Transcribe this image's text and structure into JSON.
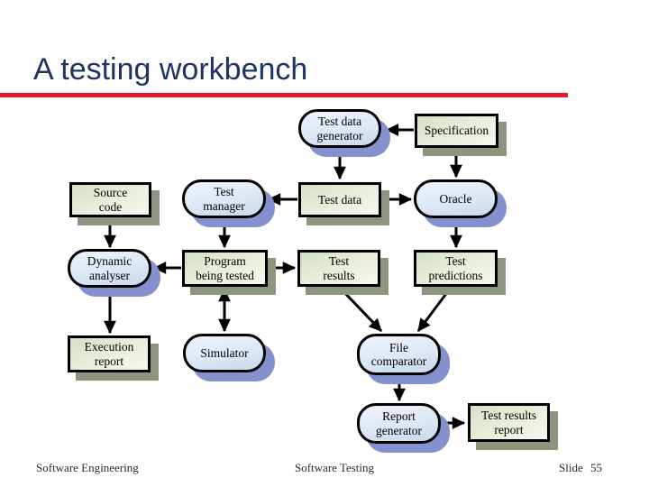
{
  "slide": {
    "title": "A testing workbench",
    "footer": {
      "left": "Software Engineering",
      "center": "Software Testing",
      "right": "Slide 55"
    }
  },
  "colors": {
    "title_text": "#1F3363",
    "title_rule": "#E6182E",
    "process_fill": "#DDE7F5",
    "process_shadow": "#8491CE",
    "artifact_fill": "#E9EFDD",
    "artifact_shadow": "#8C967F",
    "node_border": "#000000"
  },
  "diagram": {
    "nodes": [
      {
        "id": "test-data-generator",
        "label": "Test data\ngenerator",
        "shape": "rounded"
      },
      {
        "id": "specification",
        "label": "Specification",
        "shape": "rect"
      },
      {
        "id": "source-code",
        "label": "Source\ncode",
        "shape": "rect"
      },
      {
        "id": "test-manager",
        "label": "Test\nmanager",
        "shape": "rounded"
      },
      {
        "id": "test-data",
        "label": "Test data",
        "shape": "rect"
      },
      {
        "id": "oracle",
        "label": "Oracle",
        "shape": "rounded"
      },
      {
        "id": "dynamic-analyser",
        "label": "Dynamic\nanalyser",
        "shape": "rounded"
      },
      {
        "id": "program-being-tested",
        "label": "Program\nbeing tested",
        "shape": "rect"
      },
      {
        "id": "test-results",
        "label": "Test\nresults",
        "shape": "rect"
      },
      {
        "id": "test-predictions",
        "label": "Test\npredictions",
        "shape": "rect"
      },
      {
        "id": "execution-report",
        "label": "Execution\nreport",
        "shape": "rect"
      },
      {
        "id": "simulator",
        "label": "Simulator",
        "shape": "rounded"
      },
      {
        "id": "file-comparator",
        "label": "File\ncomparator",
        "shape": "rounded"
      },
      {
        "id": "report-generator",
        "label": "Report\ngenerator",
        "shape": "rounded"
      },
      {
        "id": "test-results-report",
        "label": "Test results\nreport",
        "shape": "rect"
      }
    ],
    "edges": [
      {
        "from": "specification",
        "to": "test-data-generator",
        "style": "arrow"
      },
      {
        "from": "test-data-generator",
        "to": "test-data",
        "style": "arrow"
      },
      {
        "from": "specification",
        "to": "oracle",
        "style": "arrow"
      },
      {
        "from": "test-data",
        "to": "test-manager",
        "style": "arrow"
      },
      {
        "from": "test-data",
        "to": "oracle",
        "style": "arrow"
      },
      {
        "from": "source-code",
        "to": "dynamic-analyser",
        "style": "arrow"
      },
      {
        "from": "test-manager",
        "to": "program-being-tested",
        "style": "arrow"
      },
      {
        "from": "program-being-tested",
        "to": "dynamic-analyser",
        "style": "arrow"
      },
      {
        "from": "program-being-tested",
        "to": "test-results",
        "style": "arrow"
      },
      {
        "from": "oracle",
        "to": "test-predictions",
        "style": "arrow"
      },
      {
        "from": "program-being-tested",
        "to": "simulator",
        "style": "double-arrow"
      },
      {
        "from": "dynamic-analyser",
        "to": "execution-report",
        "style": "arrow"
      },
      {
        "from": "test-results",
        "to": "file-comparator",
        "style": "arrow"
      },
      {
        "from": "test-predictions",
        "to": "file-comparator",
        "style": "arrow"
      },
      {
        "from": "file-comparator",
        "to": "report-generator",
        "style": "arrow"
      },
      {
        "from": "report-generator",
        "to": "test-results-report",
        "style": "arrow"
      }
    ]
  }
}
